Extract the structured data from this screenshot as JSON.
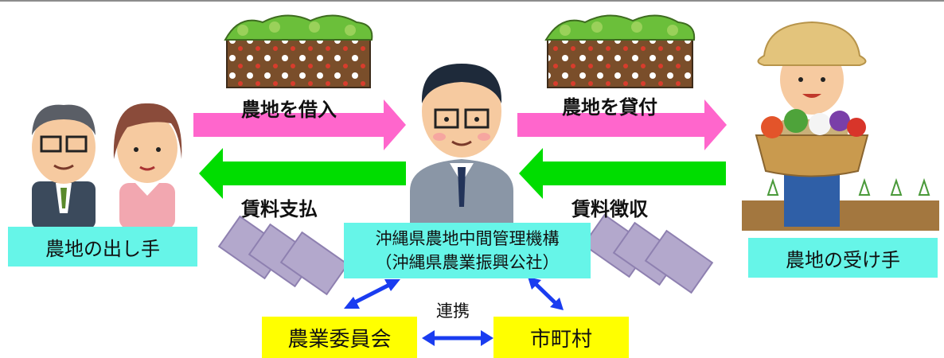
{
  "labels": {
    "borrow": "農地を借入",
    "lend": "農地を貸付",
    "pay": "賃料支払",
    "collect": "賃料徴収",
    "renkei": "連携"
  },
  "boxes": {
    "giver": "農地の出し手",
    "receiver": "農地の受け手",
    "center_line1": "沖縄県農地中間管理機構",
    "center_line2": "（沖縄県農業振興公社）",
    "committee": "農業委員会",
    "municipality": "市町村"
  },
  "colors": {
    "pink_arrow": "#ff66cc",
    "green_arrow": "#00dd00",
    "cyan_box": "#66f5e8",
    "yellow_box": "#ffff00",
    "blue_link": "#1a3cf0"
  }
}
